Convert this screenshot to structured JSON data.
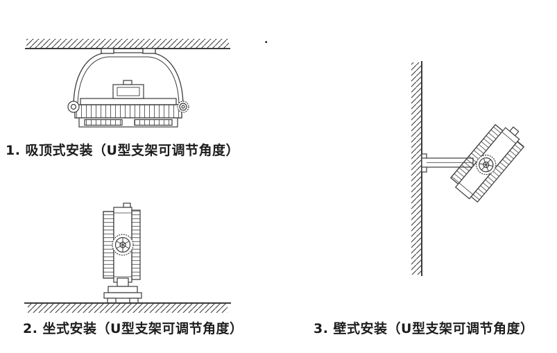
{
  "page": {
    "background": "#ffffff",
    "ink": "#3a3a3a",
    "text_color": "#1c1c1c"
  },
  "figures": [
    {
      "id": "ceiling-mount",
      "caption": "1. 吸顶式安装（U型支架可调节角度）"
    },
    {
      "id": "seated-mount",
      "caption": "2. 坐式安装（U型支架可调节角度）"
    },
    {
      "id": "wall-mount",
      "caption": "3. 壁式安装（U型支架可调节角度）"
    }
  ],
  "decor": {
    "dot": "."
  },
  "icons": {
    "ceiling_hatch": "hatched-ceiling-surface",
    "ground_hatch": "hatched-ground-surface",
    "wall_hatch": "hatched-wall-surface"
  }
}
